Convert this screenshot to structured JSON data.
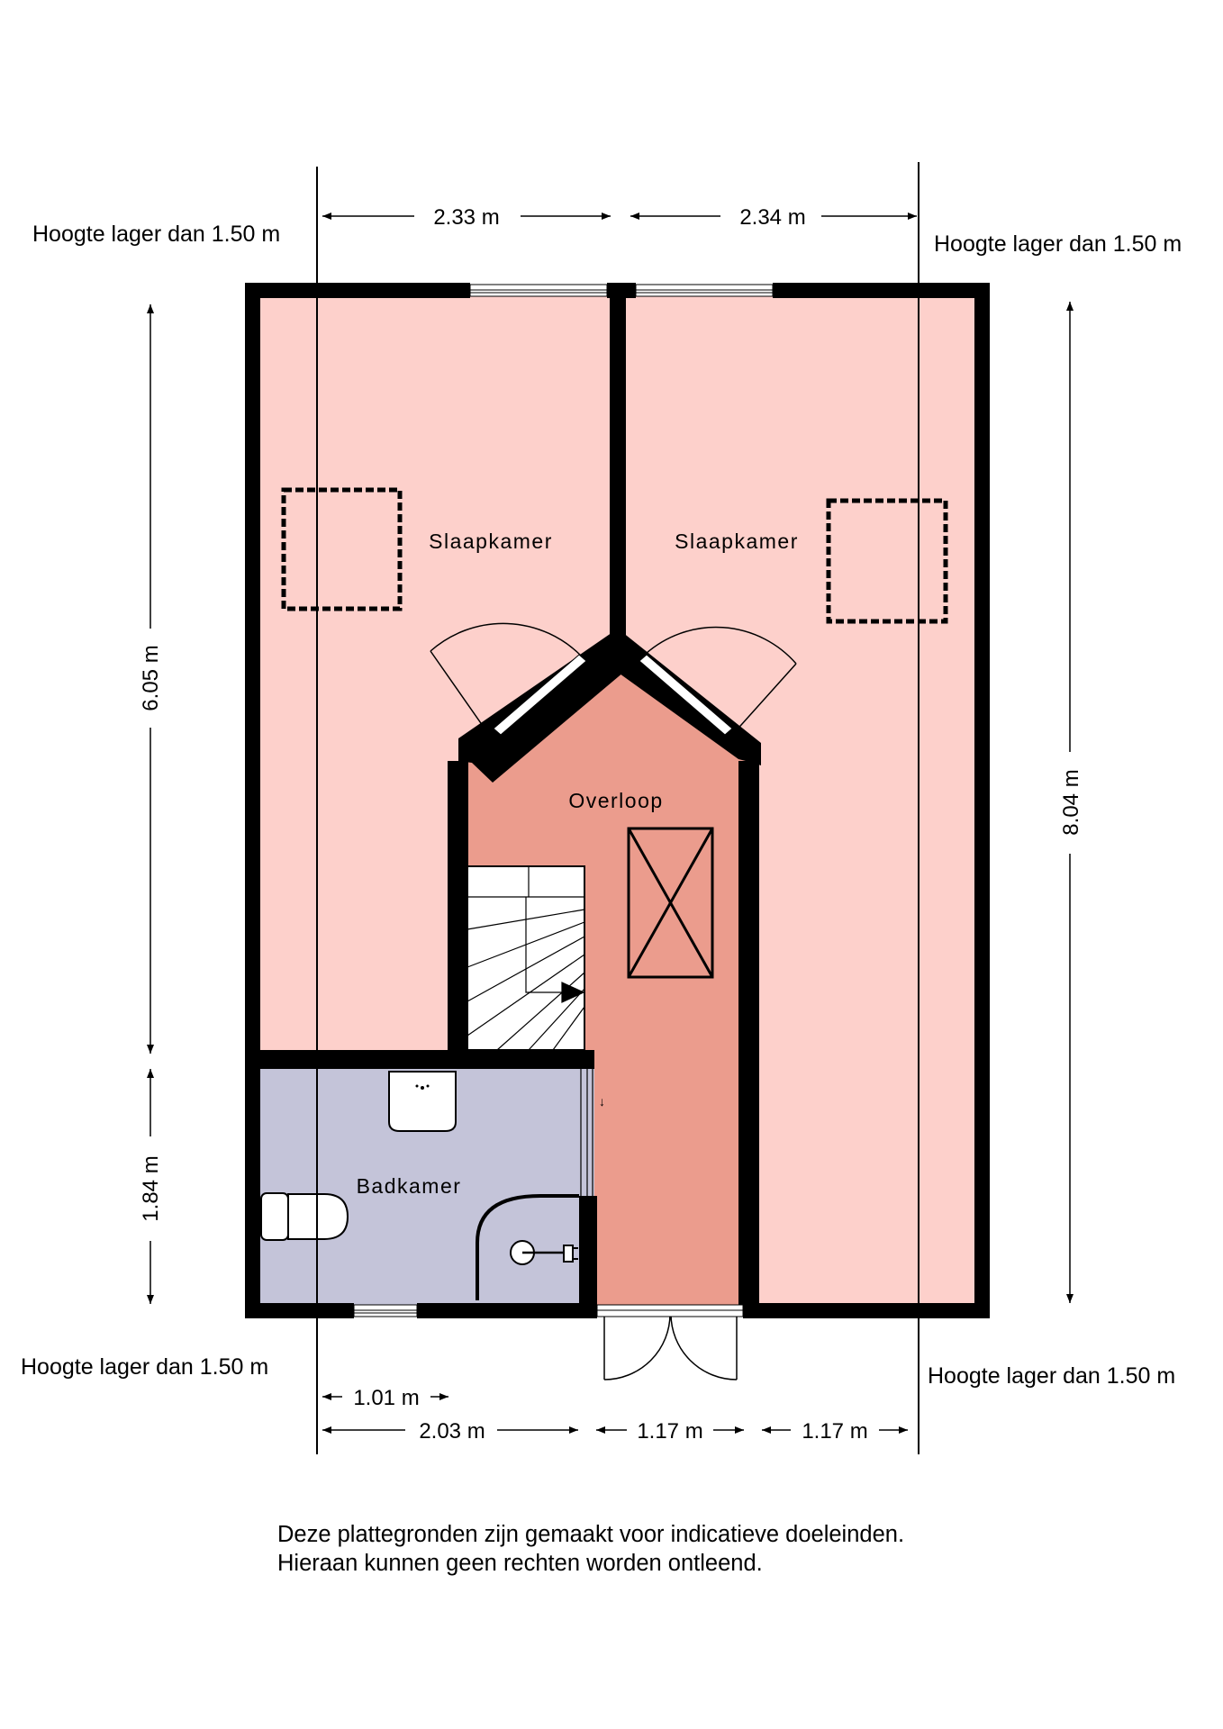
{
  "rooms": {
    "bedroom_left": "Slaapkamer",
    "bedroom_right": "Slaapkamer",
    "landing": "Overloop",
    "bathroom": "Badkamer"
  },
  "dimensions": {
    "top_left_width": "2.33 m",
    "top_right_width": "2.34 m",
    "left_height_upper": "6.05 m",
    "left_height_lower": "1.84 m",
    "right_height": "8.04 m",
    "bottom_short": "1.01 m",
    "bottom_left": "2.03 m",
    "bottom_mid": "1.17 m",
    "bottom_right": "1.17 m"
  },
  "notes": {
    "top_left": "Hoogte lager dan 1.50 m",
    "top_right": "Hoogte lager dan 1.50 m",
    "bottom_left": "Hoogte lager dan 1.50 m",
    "bottom_right": "Hoogte lager dan 1.50 m"
  },
  "disclaimer": {
    "line1": "Deze plattegronden zijn gemaakt voor indicatieve doeleinden.",
    "line2": "Hieraan kunnen geen rechten worden ontleend."
  },
  "colors": {
    "bedroom": "#fdd0cb",
    "landing": "#eb9c8d",
    "bathroom": "#c4c4d9",
    "wall": "#000000"
  }
}
